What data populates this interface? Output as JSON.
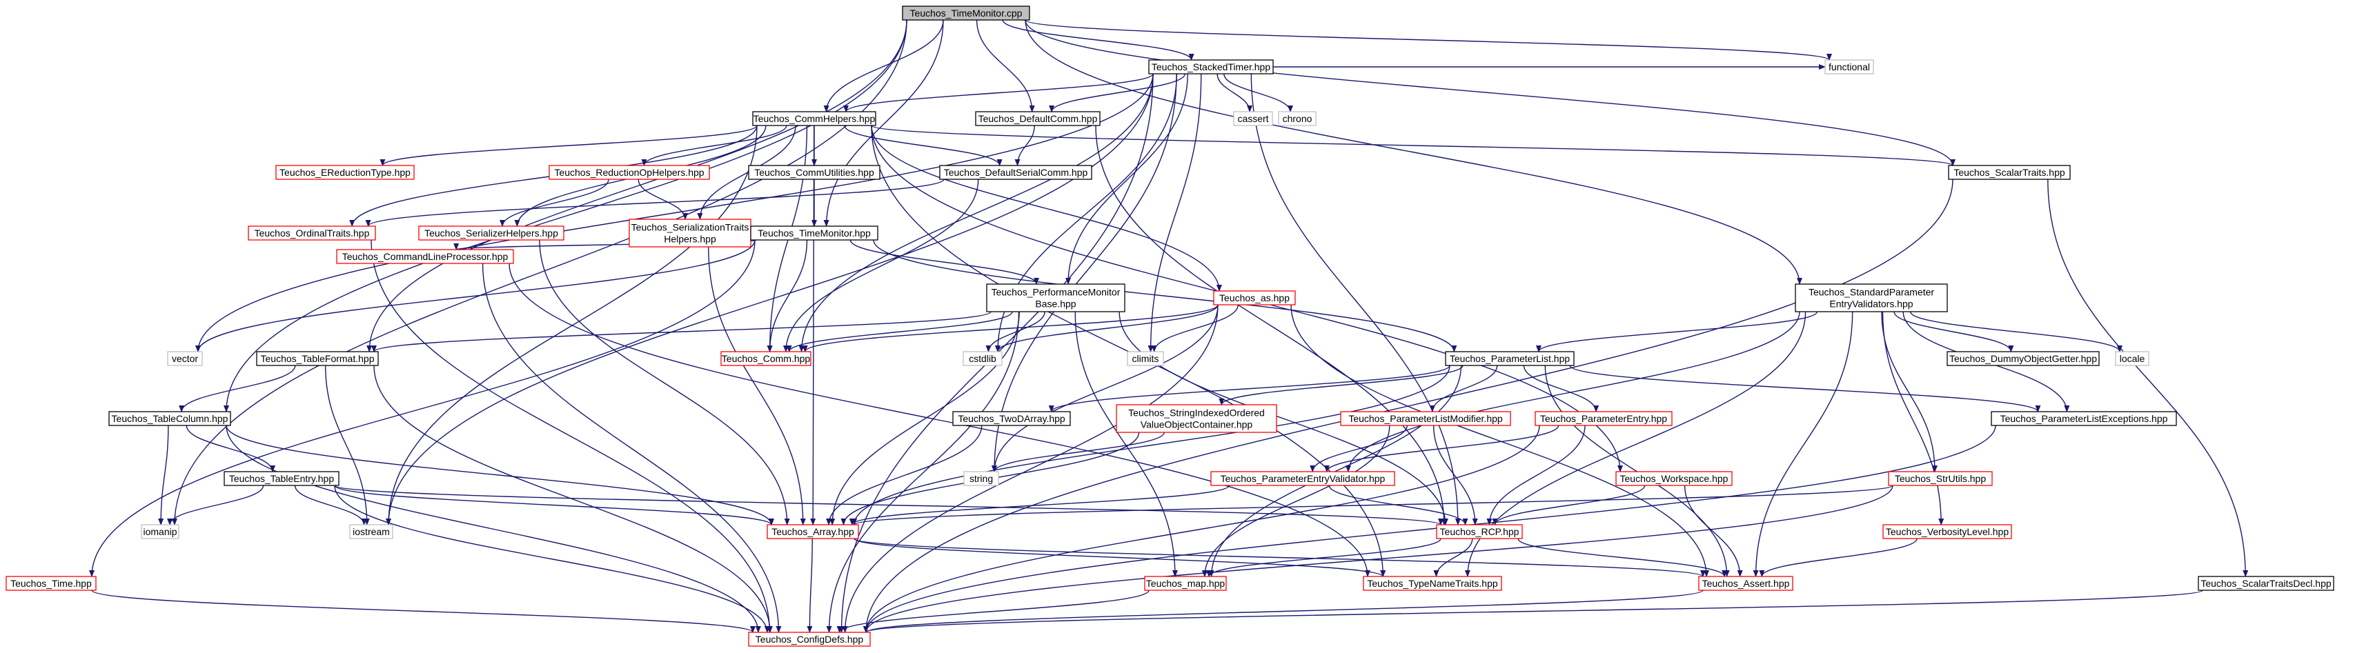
{
  "colors": {
    "edge": "#191970",
    "documented_border": "#000000",
    "undocumented_border": "#ff0000",
    "system_border": "#bfbfbf",
    "root_fill": "#bfbfbf",
    "node_fill": "#ffffff"
  },
  "nodes": [
    {
      "id": "root",
      "label": "Teuchos_TimeMonitor.cpp",
      "kind": "root"
    },
    {
      "id": "stacked",
      "label": "Teuchos_StackedTimer.hpp",
      "kind": "normal"
    },
    {
      "id": "functional",
      "label": "functional",
      "kind": "system"
    },
    {
      "id": "commhelpers",
      "label": "Teuchos_CommHelpers.hpp",
      "kind": "normal"
    },
    {
      "id": "defaultcomm",
      "label": "Teuchos_DefaultComm.hpp",
      "kind": "normal"
    },
    {
      "id": "cassert",
      "label": "cassert",
      "kind": "system"
    },
    {
      "id": "chrono",
      "label": "chrono",
      "kind": "system"
    },
    {
      "id": "ereduction",
      "label": "Teuchos_EReductionType.hpp",
      "kind": "red"
    },
    {
      "id": "reductionop",
      "label": "Teuchos_ReductionOpHelpers.hpp",
      "kind": "red"
    },
    {
      "id": "commutil",
      "label": "Teuchos_CommUtilities.hpp",
      "kind": "normal"
    },
    {
      "id": "defserialcomm",
      "label": "Teuchos_DefaultSerialComm.hpp",
      "kind": "normal"
    },
    {
      "id": "scalartraits",
      "label": "Teuchos_ScalarTraits.hpp",
      "kind": "normal"
    },
    {
      "id": "ordinaltraits",
      "label": "Teuchos_OrdinalTraits.hpp",
      "kind": "red"
    },
    {
      "id": "serializerhelpers",
      "label": "Teuchos_SerializerHelpers.hpp",
      "kind": "red"
    },
    {
      "id": "serializationtraits",
      "label": "Teuchos_SerializationTraits\nHelpers.hpp",
      "kind": "red"
    },
    {
      "id": "timemonitorhpp",
      "label": "Teuchos_TimeMonitor.hpp",
      "kind": "normal"
    },
    {
      "id": "stdparam",
      "label": "Teuchos_StandardParameter\nEntryValidators.hpp",
      "kind": "normal"
    },
    {
      "id": "cmdline",
      "label": "Teuchos_CommandLineProcessor.hpp",
      "kind": "red"
    },
    {
      "id": "perfmon",
      "label": "Teuchos_PerformanceMonitor\nBase.hpp",
      "kind": "normal"
    },
    {
      "id": "as",
      "label": "Teuchos_as.hpp",
      "kind": "red"
    },
    {
      "id": "vector",
      "label": "vector",
      "kind": "system"
    },
    {
      "id": "tableformat",
      "label": "Teuchos_TableFormat.hpp",
      "kind": "normal"
    },
    {
      "id": "comm",
      "label": "Teuchos_Comm.hpp",
      "kind": "red"
    },
    {
      "id": "cstdlib",
      "label": "cstdlib",
      "kind": "system"
    },
    {
      "id": "climits",
      "label": "climits",
      "kind": "system"
    },
    {
      "id": "paramlist",
      "label": "Teuchos_ParameterList.hpp",
      "kind": "normal"
    },
    {
      "id": "dummyobj",
      "label": "Teuchos_DummyObjectGetter.hpp",
      "kind": "normal"
    },
    {
      "id": "locale",
      "label": "locale",
      "kind": "system"
    },
    {
      "id": "tablecolumn",
      "label": "Teuchos_TableColumn.hpp",
      "kind": "normal"
    },
    {
      "id": "twodarray",
      "label": "Teuchos_TwoDArray.hpp",
      "kind": "normal"
    },
    {
      "id": "stringindexed",
      "label": "Teuchos_StringIndexedOrdered\nValueObjectContainer.hpp",
      "kind": "red"
    },
    {
      "id": "plmodifier",
      "label": "Teuchos_ParameterListModifier.hpp",
      "kind": "red"
    },
    {
      "id": "paramentry",
      "label": "Teuchos_ParameterEntry.hpp",
      "kind": "red"
    },
    {
      "id": "plexceptions",
      "label": "Teuchos_ParameterListExceptions.hpp",
      "kind": "normal"
    },
    {
      "id": "tableentry",
      "label": "Teuchos_TableEntry.hpp",
      "kind": "normal"
    },
    {
      "id": "string",
      "label": "string",
      "kind": "system"
    },
    {
      "id": "pevalidator",
      "label": "Teuchos_ParameterEntryValidator.hpp",
      "kind": "red"
    },
    {
      "id": "workspace",
      "label": "Teuchos_Workspace.hpp",
      "kind": "red"
    },
    {
      "id": "strutils",
      "label": "Teuchos_StrUtils.hpp",
      "kind": "red"
    },
    {
      "id": "iomanip",
      "label": "iomanip",
      "kind": "system"
    },
    {
      "id": "iostream",
      "label": "iostream",
      "kind": "system"
    },
    {
      "id": "array",
      "label": "Teuchos_Array.hpp",
      "kind": "red"
    },
    {
      "id": "rcp",
      "label": "Teuchos_RCP.hpp",
      "kind": "red"
    },
    {
      "id": "verbosity",
      "label": "Teuchos_VerbosityLevel.hpp",
      "kind": "red"
    },
    {
      "id": "time",
      "label": "Teuchos_Time.hpp",
      "kind": "red"
    },
    {
      "id": "map",
      "label": "Teuchos_map.hpp",
      "kind": "red"
    },
    {
      "id": "typename",
      "label": "Teuchos_TypeNameTraits.hpp",
      "kind": "red"
    },
    {
      "id": "assert",
      "label": "Teuchos_Assert.hpp",
      "kind": "red"
    },
    {
      "id": "scalartraitsdecl",
      "label": "Teuchos_ScalarTraitsDecl.hpp",
      "kind": "normal"
    },
    {
      "id": "configdefs",
      "label": "Teuchos_ConfigDefs.hpp",
      "kind": "red"
    }
  ],
  "edges": [
    [
      "root",
      "stacked"
    ],
    [
      "root",
      "functional"
    ],
    [
      "root",
      "commhelpers"
    ],
    [
      "root",
      "defaultcomm"
    ],
    [
      "root",
      "tableformat"
    ],
    [
      "root",
      "tablecolumn"
    ],
    [
      "root",
      "iomanip"
    ],
    [
      "root",
      "scalartraits"
    ],
    [
      "root",
      "timemonitorhpp"
    ],
    [
      "root",
      "stdparam"
    ],
    [
      "stacked",
      "commhelpers"
    ],
    [
      "stacked",
      "defaultcomm"
    ],
    [
      "stacked",
      "cassert"
    ],
    [
      "stacked",
      "chrono"
    ],
    [
      "stacked",
      "functional"
    ],
    [
      "stacked",
      "vector"
    ],
    [
      "stacked",
      "configdefs"
    ],
    [
      "stacked",
      "perfmon"
    ],
    [
      "stacked",
      "rcp"
    ],
    [
      "stacked",
      "climits"
    ],
    [
      "stacked",
      "cstdlib"
    ],
    [
      "stacked",
      "comm"
    ],
    [
      "stacked",
      "string"
    ],
    [
      "stacked",
      "iostream"
    ],
    [
      "commhelpers",
      "ereduction"
    ],
    [
      "commhelpers",
      "reductionop"
    ],
    [
      "commhelpers",
      "commutil"
    ],
    [
      "commhelpers",
      "defserialcomm"
    ],
    [
      "commhelpers",
      "scalartraits"
    ],
    [
      "commhelpers",
      "ordinaltraits"
    ],
    [
      "commhelpers",
      "serializerhelpers"
    ],
    [
      "commhelpers",
      "serializationtraits"
    ],
    [
      "commhelpers",
      "as"
    ],
    [
      "commhelpers",
      "comm"
    ],
    [
      "commhelpers",
      "array"
    ],
    [
      "commhelpers",
      "workspace"
    ],
    [
      "commhelpers",
      "typename"
    ],
    [
      "commhelpers",
      "iostream"
    ],
    [
      "defaultcomm",
      "defserialcomm"
    ],
    [
      "defaultcomm",
      "rcp"
    ],
    [
      "reductionop",
      "serializerhelpers"
    ],
    [
      "reductionop",
      "serializationtraits"
    ],
    [
      "commutil",
      "timemonitorhpp"
    ],
    [
      "defserialcomm",
      "comm"
    ],
    [
      "defserialcomm",
      "ordinaltraits"
    ],
    [
      "ordinaltraits",
      "configdefs"
    ],
    [
      "serializerhelpers",
      "array"
    ],
    [
      "serializationtraits",
      "array"
    ],
    [
      "scalartraits",
      "configdefs"
    ],
    [
      "scalartraits",
      "scalartraitsdecl"
    ],
    [
      "timemonitorhpp",
      "cmdline"
    ],
    [
      "timemonitorhpp",
      "perfmon"
    ],
    [
      "timemonitorhpp",
      "comm"
    ],
    [
      "timemonitorhpp",
      "time"
    ],
    [
      "timemonitorhpp",
      "vector"
    ],
    [
      "timemonitorhpp",
      "paramlist"
    ],
    [
      "perfmon",
      "tableformat"
    ],
    [
      "perfmon",
      "comm"
    ],
    [
      "perfmon",
      "cstdlib"
    ],
    [
      "perfmon",
      "array"
    ],
    [
      "perfmon",
      "rcp"
    ],
    [
      "perfmon",
      "map"
    ],
    [
      "perfmon",
      "configdefs"
    ],
    [
      "cmdline",
      "configdefs"
    ],
    [
      "cmdline",
      "typename"
    ],
    [
      "as",
      "comm"
    ],
    [
      "as",
      "climits"
    ],
    [
      "as",
      "cstdlib"
    ],
    [
      "as",
      "assert"
    ],
    [
      "as",
      "string"
    ],
    [
      "as",
      "configdefs"
    ],
    [
      "stdparam",
      "paramlist"
    ],
    [
      "stdparam",
      "dummyobj"
    ],
    [
      "stdparam",
      "locale"
    ],
    [
      "stdparam",
      "plexceptions"
    ],
    [
      "stdparam",
      "strutils"
    ],
    [
      "stdparam",
      "verbosity"
    ],
    [
      "stdparam",
      "assert"
    ],
    [
      "stdparam",
      "pevalidator"
    ],
    [
      "stdparam",
      "typename"
    ],
    [
      "tableformat",
      "tablecolumn"
    ],
    [
      "tableformat",
      "iostream"
    ],
    [
      "tableformat",
      "configdefs"
    ],
    [
      "tablecolumn",
      "tableentry"
    ],
    [
      "tablecolumn",
      "iomanip"
    ],
    [
      "tablecolumn",
      "array"
    ],
    [
      "tablecolumn",
      "configdefs"
    ],
    [
      "tableentry",
      "iomanip"
    ],
    [
      "tableentry",
      "iostream"
    ],
    [
      "tableentry",
      "array"
    ],
    [
      "tableentry",
      "rcp"
    ],
    [
      "tableentry",
      "configdefs"
    ],
    [
      "paramlist",
      "twodarray"
    ],
    [
      "paramlist",
      "stringindexed"
    ],
    [
      "paramlist",
      "plmodifier"
    ],
    [
      "paramlist",
      "paramentry"
    ],
    [
      "paramlist",
      "plexceptions"
    ],
    [
      "paramlist",
      "array"
    ],
    [
      "paramlist",
      "map"
    ],
    [
      "paramlist",
      "assert"
    ],
    [
      "twodarray",
      "array"
    ],
    [
      "stringindexed",
      "string"
    ],
    [
      "stringindexed",
      "array"
    ],
    [
      "plmodifier",
      "pevalidator"
    ],
    [
      "plmodifier",
      "rcp"
    ],
    [
      "plmodifier",
      "map"
    ],
    [
      "paramentry",
      "pevalidator"
    ],
    [
      "paramentry",
      "rcp"
    ],
    [
      "paramentry",
      "configdefs"
    ],
    [
      "plexceptions",
      "configdefs"
    ],
    [
      "pevalidator",
      "array"
    ],
    [
      "pevalidator",
      "rcp"
    ],
    [
      "workspace",
      "rcp"
    ],
    [
      "workspace",
      "assert"
    ],
    [
      "strutils",
      "array"
    ],
    [
      "strutils",
      "configdefs"
    ],
    [
      "array",
      "configdefs"
    ],
    [
      "array",
      "typename"
    ],
    [
      "array",
      "assert"
    ],
    [
      "rcp",
      "typename"
    ],
    [
      "rcp",
      "assert"
    ],
    [
      "rcp",
      "map"
    ],
    [
      "verbosity",
      "assert"
    ],
    [
      "map",
      "configdefs"
    ],
    [
      "time",
      "configdefs"
    ],
    [
      "scalartraitsdecl",
      "configdefs"
    ],
    [
      "assert",
      "configdefs"
    ]
  ]
}
